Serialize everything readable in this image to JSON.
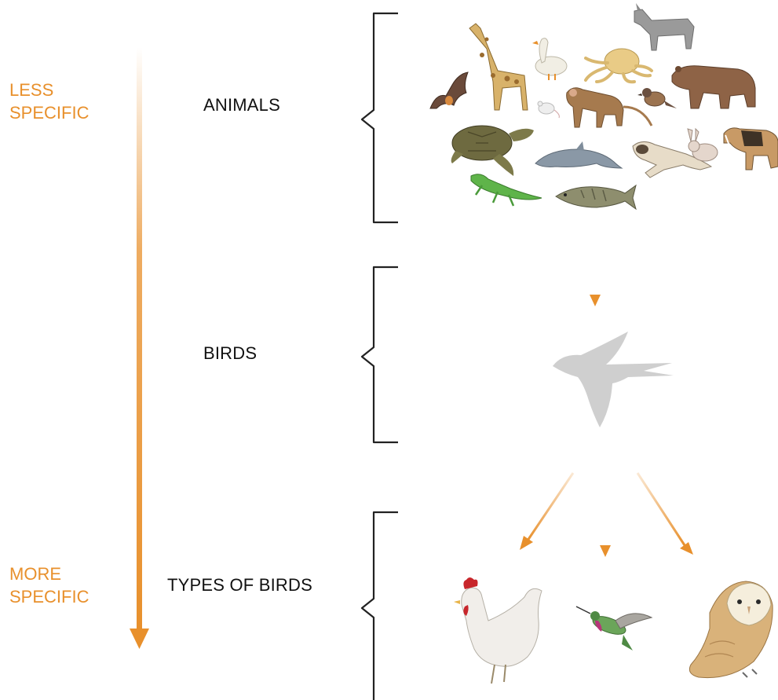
{
  "axis": {
    "top_label_line1": "LESS",
    "top_label_line2": "SPECIFIC",
    "bottom_label_line1": "MORE",
    "bottom_label_line2": "SPECIFIC"
  },
  "tiers": [
    {
      "label": "ANIMALS"
    },
    {
      "label": "BIRDS"
    },
    {
      "label": "TYPES OF BIRDS"
    }
  ],
  "colors": {
    "accent": "#E8902C",
    "bracket": "#222222",
    "bird_silhouette": "#CFCFCF"
  },
  "animal_icons": [
    "giraffe-icon",
    "goose-icon",
    "octopus-icon",
    "donkey-icon",
    "bear-icon",
    "bat-icon",
    "mouse-icon",
    "monkey-icon",
    "sparrow-icon",
    "turtle-icon",
    "dolphin-icon",
    "ferret-icon",
    "rabbit-icon",
    "dog-icon",
    "lizard-icon",
    "fish-icon"
  ],
  "bird_type_icons": [
    "rooster-icon",
    "hummingbird-icon",
    "barn-owl-icon"
  ]
}
